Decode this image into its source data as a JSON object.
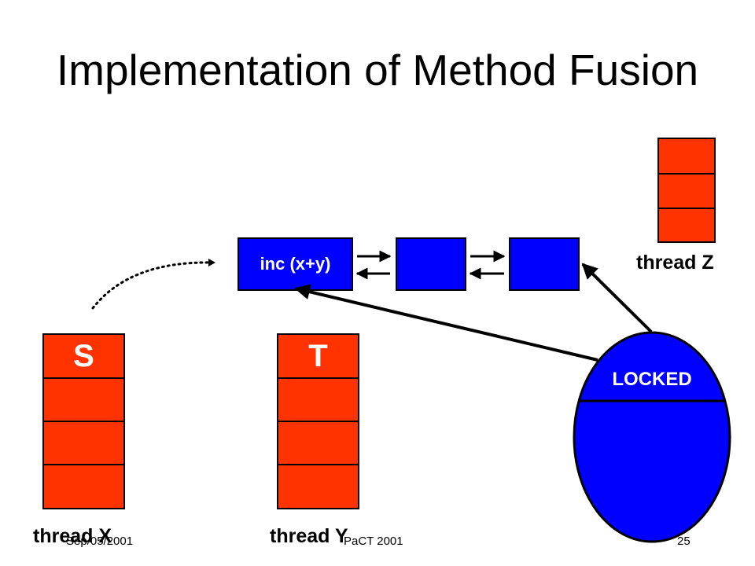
{
  "slide": {
    "title": "Implementation of Method Fusion",
    "footer": {
      "date": "Sep/05/2001",
      "conference": "PaCT 2001",
      "page": "25"
    }
  },
  "diagram": {
    "method_list": {
      "first_box_label": "inc (x+y)",
      "box_count": 3
    },
    "stacks": [
      {
        "id": "thread-x",
        "label": "thread X",
        "top_frame": "S",
        "frames": 4
      },
      {
        "id": "thread-y",
        "label": "thread Y",
        "top_frame": "T",
        "frames": 4
      },
      {
        "id": "thread-z",
        "label": "thread Z",
        "top_frame": "",
        "frames": 3
      }
    ],
    "lock": {
      "label": "LOCKED"
    },
    "colors": {
      "stack_frame": "#ff3300",
      "method_box": "#0000ff",
      "lock": "#0000ff",
      "outline": "#000000",
      "box_text": "#ffffff"
    }
  }
}
